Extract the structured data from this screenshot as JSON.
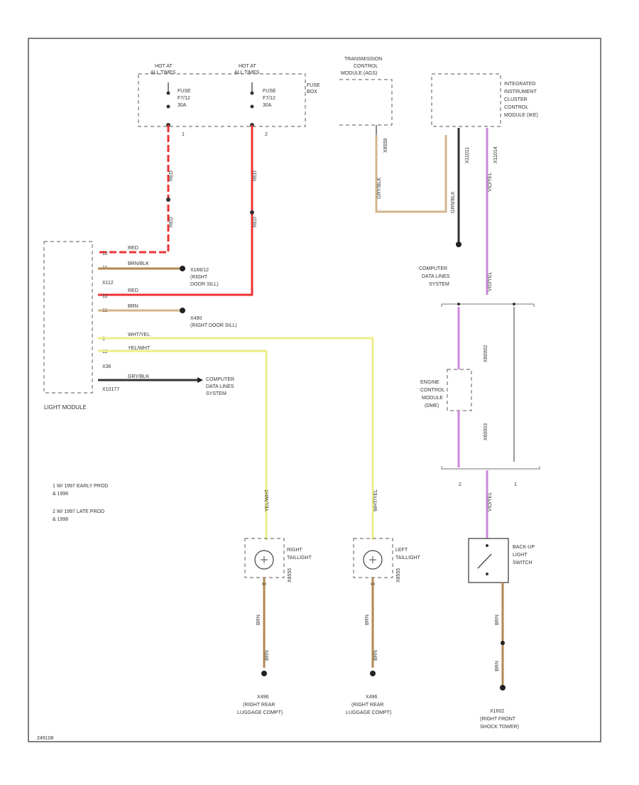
{
  "diagram_id": "249108",
  "fuse_box": {
    "hot_left": [
      "HOT AT",
      "ALL TIMES"
    ],
    "hot_right": [
      "HOT AT",
      "ALL TIMES"
    ],
    "fuse_left": [
      "FUSE",
      "F7/12",
      "30A"
    ],
    "fuse_right": [
      "FUSE",
      "F7/12",
      "30A"
    ],
    "label": [
      "FUSE",
      "BOX"
    ],
    "note_left": "1",
    "note_right": "2"
  },
  "tcm": {
    "label": [
      "TRANSMISSION",
      "CONTROL",
      "MODULE (AGS)"
    ],
    "pin": "X8558"
  },
  "ihka": {
    "label": [
      "INTEGRATED",
      "INSTRUMENT",
      "CLUSTER",
      "CONTROL",
      "MODULE (IKE)"
    ],
    "pin_left": "X11011",
    "pin_right": "X11014"
  },
  "light_module": {
    "label": "LIGHT MODULE",
    "pins": [
      "12",
      "11",
      "X112",
      "12",
      "11",
      "6",
      "12",
      "X36",
      "X10177"
    ],
    "wire_labels": [
      "RED",
      "BRN/BLK",
      "RED",
      "BRN",
      "WHT/YEL",
      "YEL/WHT",
      "GRY/BLK"
    ]
  },
  "grounds": {
    "g1": [
      "X166/12",
      "(RIGHT",
      "DOOR SILL)"
    ],
    "g2": [
      "X490",
      "(RIGHT DOOR SILL)"
    ],
    "g_tail_r": [
      "X496",
      "(RIGHT REAR",
      "LUGGAGE COMPT)"
    ],
    "g_tail_l": [
      "X496",
      "(RIGHT REAR",
      "LUGGAGE COMPT)"
    ],
    "g_backup": [
      "X1602",
      "(RIGHT FRONT",
      "SHOCK TOWER)"
    ]
  },
  "computer_data_lines_1": [
    "COMPUTER",
    "DATA LINES",
    "SYSTEM"
  ],
  "computer_data_lines_2": [
    "COMPUTER",
    "DATA LINES",
    "SYSTEM"
  ],
  "ecm": {
    "label": [
      "ENGINE",
      "CONTROL",
      "MODULE",
      "(DME)"
    ],
    "pin_left": "X60002",
    "pin_right": "X60003"
  },
  "tail_right": {
    "label": [
      "RIGHT",
      "TAILLIGHT"
    ],
    "pin": "X8555"
  },
  "tail_left": {
    "label": [
      "LEFT",
      "TAILLIGHT"
    ],
    "pin": "X8555"
  },
  "backup_switch": {
    "label": [
      "BACK-UP",
      "LIGHT",
      "SWITCH"
    ],
    "notes": [
      "2",
      "1"
    ]
  },
  "notes": [
    "1   W/ 1997 EARLY PROD",
    "     & 1996",
    "2   W/ 1997 LATE PROD",
    "     & 1998"
  ],
  "wire_colors": {
    "red": "#ee3333",
    "yellow": "#eeee88",
    "tan": "#d2b48c",
    "brown": "#b08850",
    "purple": "#cc88dd",
    "black": "#333333"
  },
  "vertical_wire_labels": {
    "fuse_left": [
      "RED",
      "RED"
    ],
    "fuse_right": [
      "RED",
      "RED"
    ],
    "tcm": "GRY/BLK",
    "ihka_left": [
      "GRN/BLK"
    ],
    "ihka_right": [
      "VIO/YEL",
      "VIO/YEL"
    ],
    "tail_r": [
      "YEL/WHT",
      "BRN",
      "BRN"
    ],
    "tail_l": [
      "WHT/YEL",
      "BRN",
      "BRN"
    ],
    "backup": [
      "VIO/YEL",
      "BRN",
      "BRN"
    ]
  }
}
